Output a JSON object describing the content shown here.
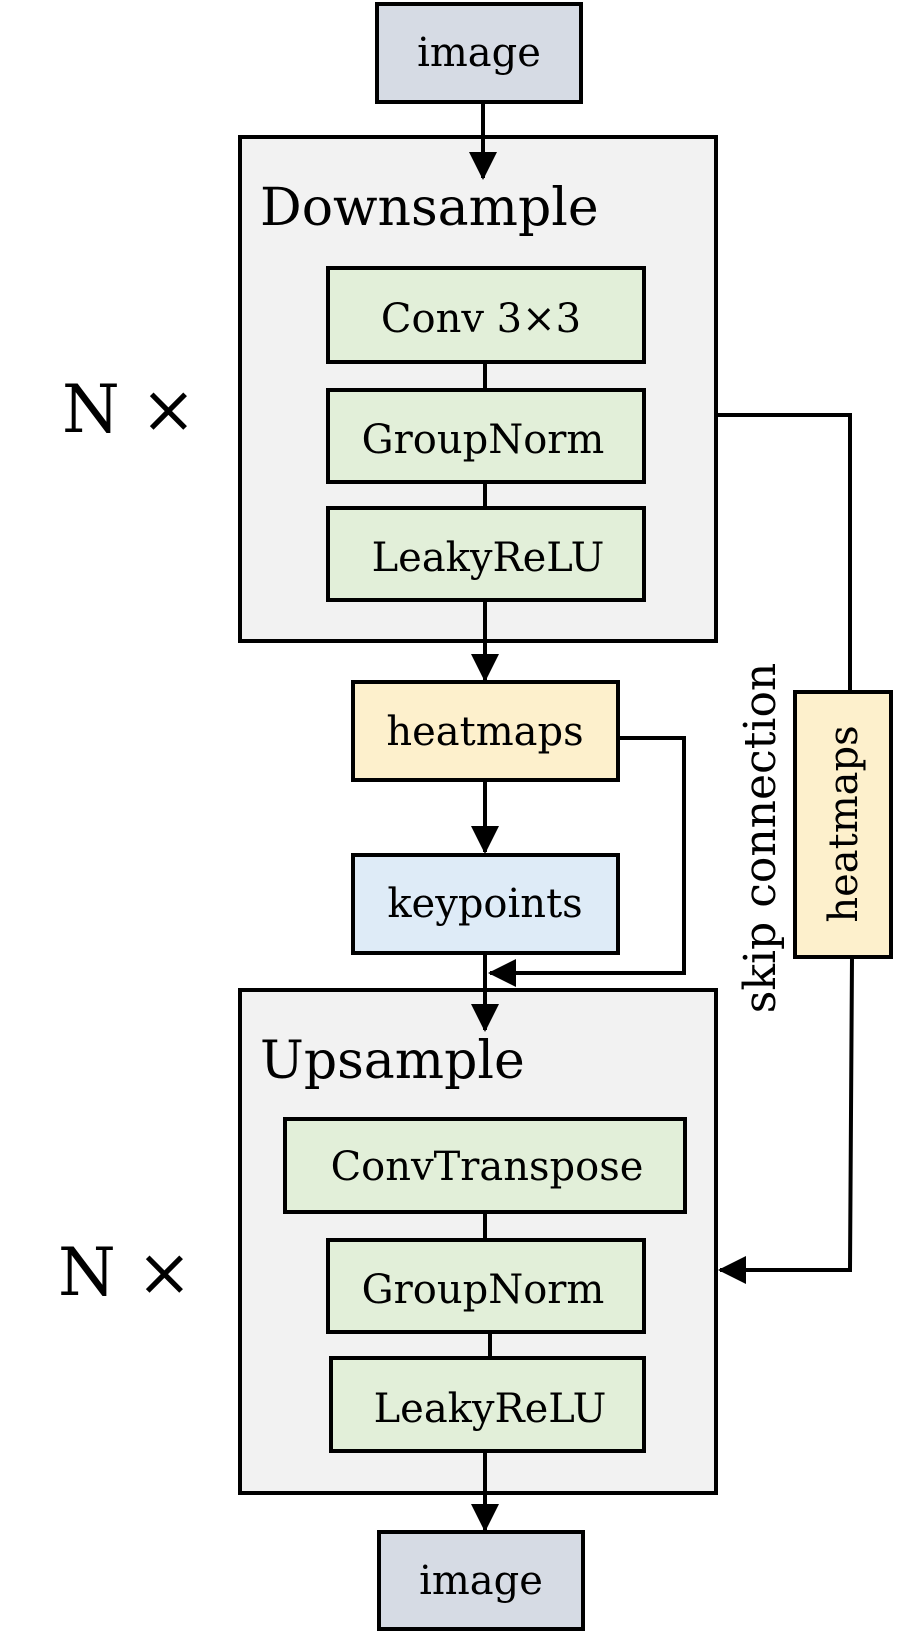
{
  "colors": {
    "image_box": "#d6dbe4",
    "container": "#f2f2f2",
    "layer": "#e2efd9",
    "heatmaps": "#fdf0cc",
    "keypoints": "#deebf7",
    "stroke": "#000000"
  },
  "input": {
    "label": "image"
  },
  "downsample": {
    "title": "Downsample",
    "repeat": "N ×",
    "layers": [
      "Conv 3×3",
      "GroupNorm",
      "LeakyReLU"
    ]
  },
  "heatmaps": {
    "label": "heatmaps"
  },
  "keypoints": {
    "label": "keypoints"
  },
  "upsample": {
    "title": "Upsample",
    "repeat": "N ×",
    "layers": [
      "ConvTranspose",
      "GroupNorm",
      "LeakyReLU"
    ]
  },
  "output": {
    "label": "image"
  },
  "skip": {
    "label": "skip connection",
    "carried": "heatmaps"
  }
}
